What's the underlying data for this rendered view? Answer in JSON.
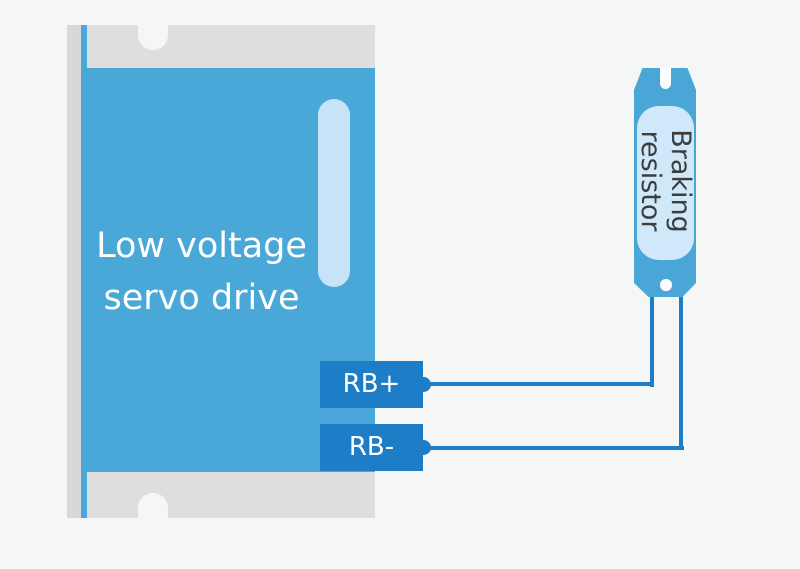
{
  "colors": {
    "background": "#f5f6f6",
    "case_gray": "#dedede",
    "case_shadow": "#d7d8da",
    "drive_blue": "#4aa8d8",
    "accent_blue": "#1e7dc7",
    "resistor_blue": "#4aa6d7",
    "plate_blue": "#cfe9fb",
    "highlight_blue": "#c7e3f8",
    "text_dark": "#3d3d3d",
    "text_light": "#ffffff",
    "cutout": "#fbfcfd"
  },
  "servo_drive": {
    "label": [
      "Low voltage",
      "servo drive"
    ]
  },
  "terminals": [
    {
      "label": "RB+"
    },
    {
      "label": "RB-"
    }
  ],
  "braking_resistor": {
    "label": [
      "Braking",
      "resistor"
    ]
  }
}
